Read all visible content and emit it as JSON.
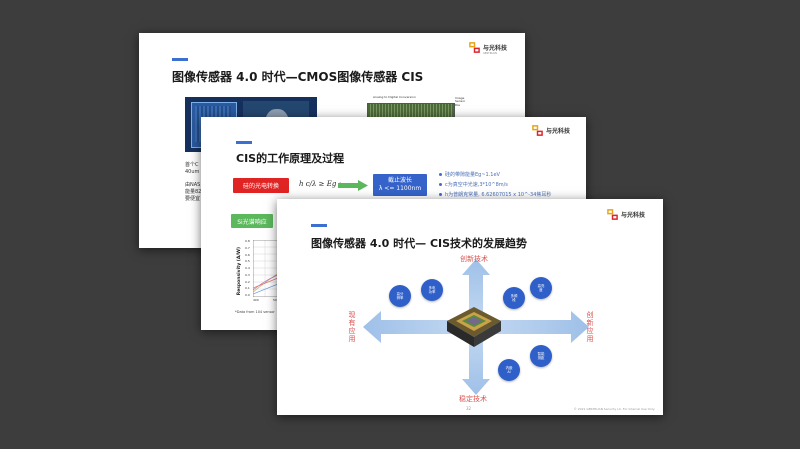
{
  "slide1": {
    "title": "图像传感器 4.0 时代—CMOS图像传感器 CIS",
    "diagram_caption_1": "Analog to Digital Conversion",
    "diagram_caption_2": "Image Sensor Die",
    "snippet_1": "首个C",
    "snippet_2": "40um",
    "snippet_3": "由NAS",
    "snippet_4": "能量82",
    "snippet_5": "要便宜"
  },
  "slide2": {
    "title": "CIS的工作原理及过程",
    "red_label": "硅的光电转换",
    "formula": "h c/λ ≥ Eg ;",
    "blue_label_line1": "截止波长",
    "blue_label_line2": "λ <= 1100nm",
    "bullets": [
      "硅的带隙能量Eg~1.1eV",
      "c为真空中光速,3*10^8m/s",
      "h为普朗克常量, 6.62607015 x 10^-34焦耳秒"
    ],
    "green_label": "Si光谱响应",
    "ylabel": "Responsivity (A/W)",
    "yticks": [
      "0.8",
      "0.7",
      "0.6",
      "0.5",
      "0.4",
      "0.3",
      "0.2",
      "0.1",
      "0.0"
    ],
    "xticks": [
      "400",
      "500"
    ],
    "footnote": "*Data from 104 sensor"
  },
  "slide3": {
    "title": "图像传感器 4.0 时代— CIS技术的发展趋势",
    "top_label": "创新技术",
    "bottom_label": "稳定技术",
    "left_label": "现有应用",
    "right_label": "创新应用",
    "circles": [
      {
        "line1": "高分",
        "line2": "辨率"
      },
      {
        "line1": "多电",
        "line2": "功率"
      },
      {
        "line1": "多频",
        "line2": "段"
      },
      {
        "line1": "高亮",
        "line2": "度"
      },
      {
        "line1": "智能",
        "line2": "测距"
      },
      {
        "line1": "内嵌",
        "line2": "AI"
      }
    ],
    "page_number": "32",
    "footer": "© 2021 GBSTRUAN Security LC. For Internal Use Only."
  },
  "logo": {
    "cn": "与光科技",
    "en": "GBSTRUAN"
  },
  "colors": {
    "accent": "#3b6fd1",
    "arrow": "#a9c6ea",
    "red_label": "#e02424",
    "blue_label": "#3563c9",
    "green": "#5cb85c",
    "circle": "#2f5fc8",
    "axis_text": "#d9534f"
  },
  "icons": [
    "logo-mark-icon",
    "green-arrow-icon",
    "cmos-chip-icon",
    "cross-arrows-icon"
  ]
}
